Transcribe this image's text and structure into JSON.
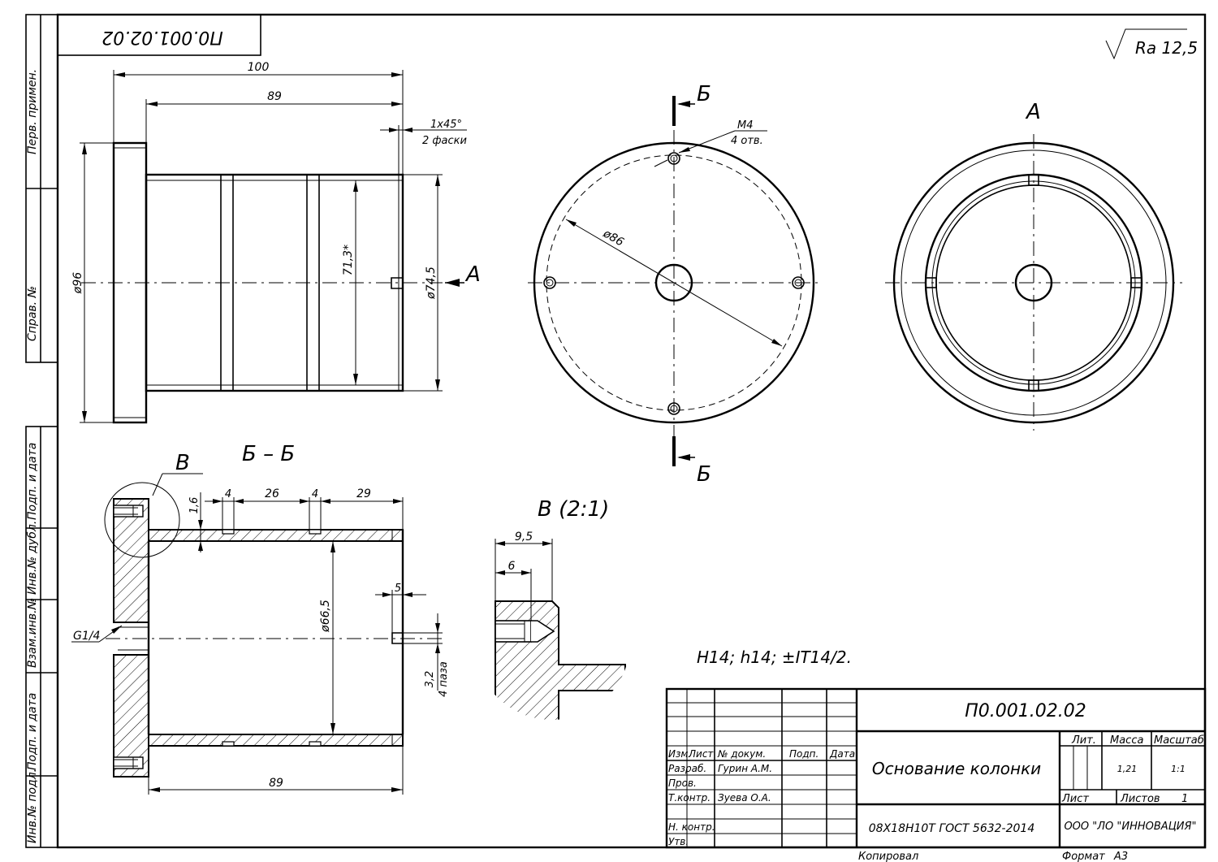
{
  "side_stamp": [
    "Перв. примен.",
    "Справ. №",
    "Подп. и дата",
    "Инв.№ дубл.",
    "Взам.инв.№",
    "Подп. и дата",
    "Инв.№ подл."
  ],
  "mirror_code": "П0.001.02.02",
  "roughness": "Ra 12,5",
  "front_view": {
    "dims": {
      "total_length": "100",
      "body_length": "89",
      "chamfer": "1x45°",
      "chamfer_note": "2 фаски",
      "flange_dia": "ø96",
      "body_dia": "ø74,5",
      "groove_dia": "71,3*"
    },
    "view_arrow": "А"
  },
  "flange_view": {
    "cut_label_top": "Б",
    "cut_label_bottom": "Б",
    "hole_note": "M4",
    "hole_count": "4 отв.",
    "pcd": "ø86"
  },
  "view_a": {
    "label": "А"
  },
  "section_bb": {
    "title": "Б – Б",
    "detail_label": "В",
    "dims": {
      "wall": "1,6",
      "g1": "4",
      "gap": "26",
      "g2": "4",
      "end": "29",
      "inner_dia": "ø66,5",
      "slot": "5",
      "slot_w": "3,2",
      "slot_count": "4 паза",
      "bottom_len": "89",
      "thread": "G1/4"
    }
  },
  "detail_b": {
    "title": "В (2:1)",
    "dims": {
      "d1": "9,5",
      "d2": "6"
    }
  },
  "tolerance_note": "H14; h14; ±IT14/2.",
  "title_block": {
    "designation": "П0.001.02.02",
    "part_name": "Основание колонки",
    "material": "08Х18Н10Т ГОСТ 5632-2014",
    "company": "ООО \"ЛО \"ИННОВАЦИЯ\"",
    "headers": {
      "izm": "Изм.",
      "list": "Лист",
      "doc": "№ докум.",
      "sign": "Подп.",
      "date": "Дата"
    },
    "roles": [
      {
        "role": "Разраб.",
        "name": "Гурин А.М."
      },
      {
        "role": "Пров.",
        "name": ""
      },
      {
        "role": "Т.контр.",
        "name": "Зуева О.А."
      },
      {
        "role": "",
        "name": ""
      },
      {
        "role": "Н. контр.",
        "name": ""
      },
      {
        "role": "Утв.",
        "name": ""
      }
    ],
    "lit_label": "Лит.",
    "mass_label": "Масса",
    "scale_label": "Масштаб",
    "mass": "1,21",
    "scale": "1:1",
    "sheet_label": "Лист",
    "sheets_label": "Листов",
    "sheets": "1",
    "copied": "Копировал",
    "format_label": "Формат",
    "format": "А3"
  }
}
